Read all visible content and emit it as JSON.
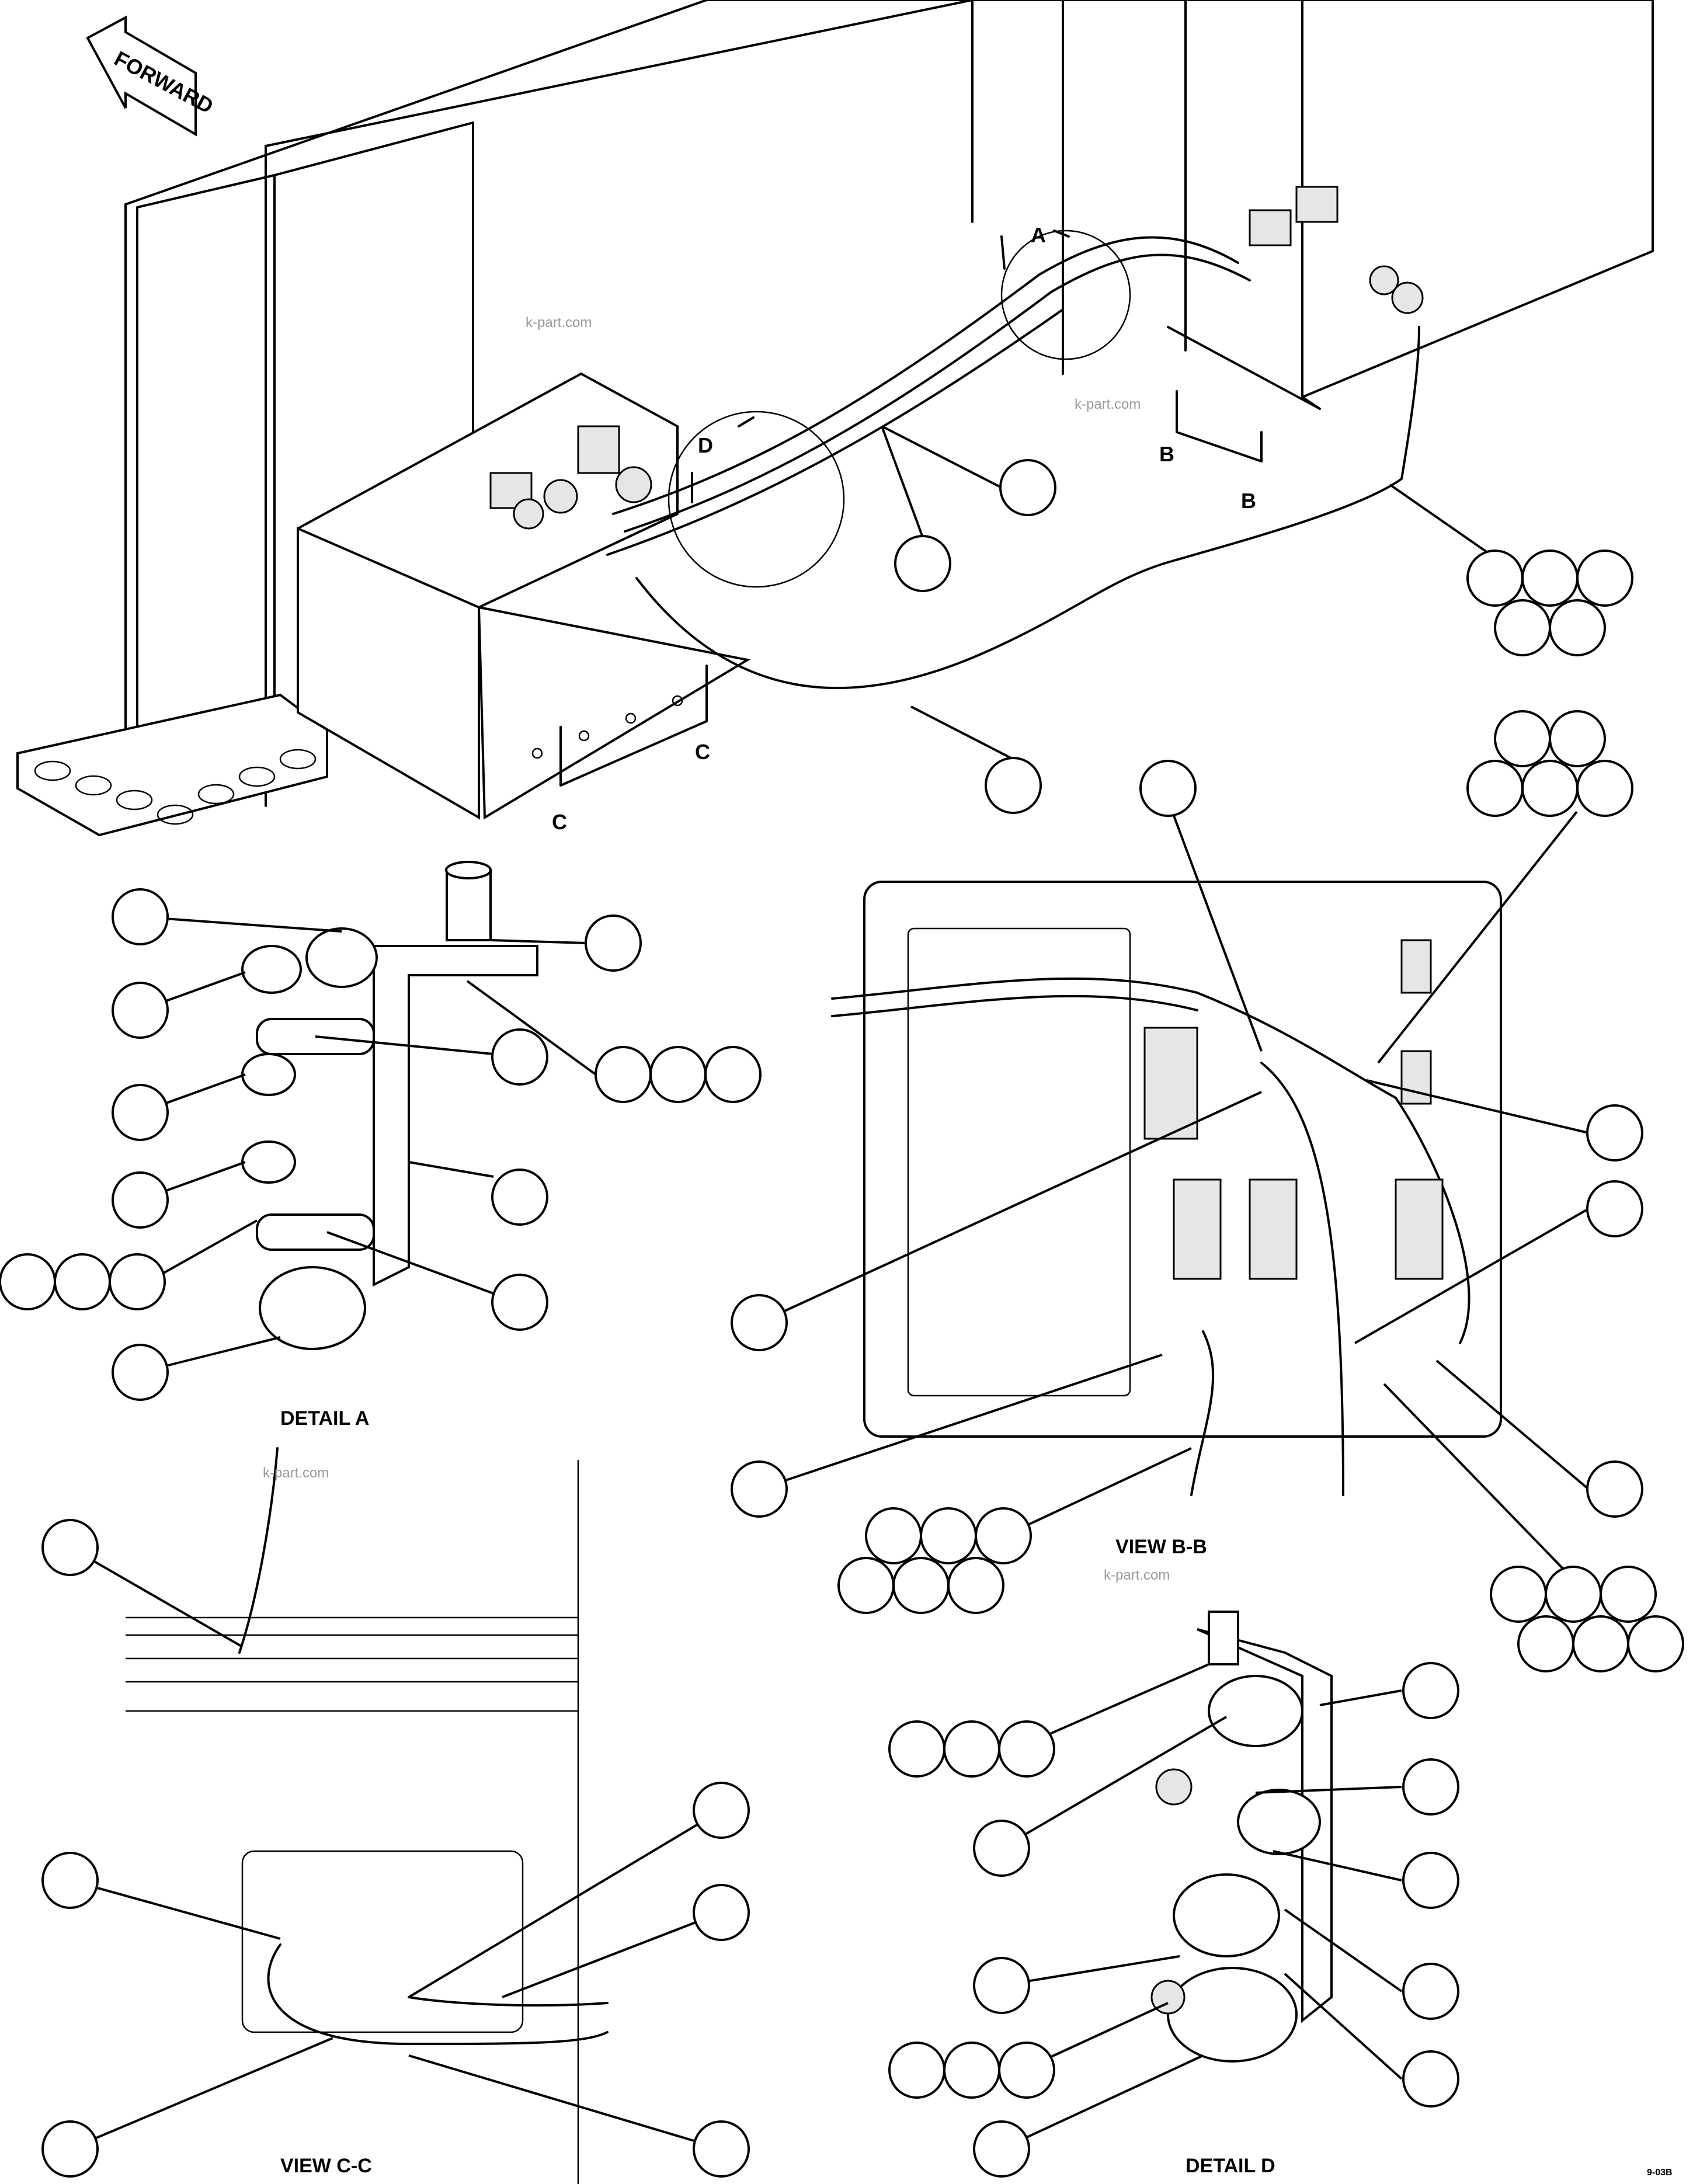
{
  "forward_arrow": {
    "label": "FORWARD"
  },
  "section_letters": {
    "a": "A",
    "b1": "B",
    "b2": "B",
    "c1": "C",
    "c2": "C",
    "d": "D"
  },
  "view_titles": {
    "detail_a": "DETAIL A",
    "view_bb": "VIEW B-B",
    "view_cc": "VIEW C-C",
    "detail_d": "DETAIL D"
  },
  "watermark": "k-part.com",
  "figure_code": "9-03B"
}
